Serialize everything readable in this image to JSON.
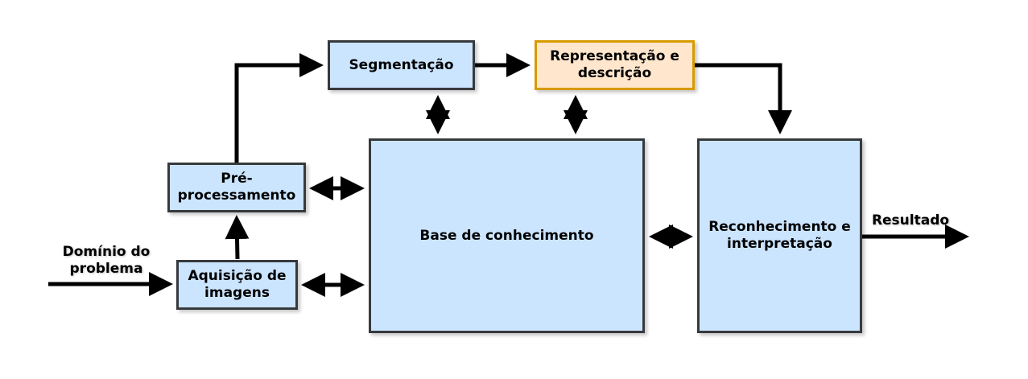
{
  "colors": {
    "box_fill": "#cce5ff",
    "box_border": "#36393d",
    "highlight_fill": "#ffe6cc",
    "highlight_border": "#d79b00",
    "arrow": "#000000"
  },
  "nodes": {
    "segmentacao": "Segmentação",
    "representacao": "Representação e descrição",
    "preprocessamento": "Pré-processamento",
    "base": "Base de conhecimento",
    "reconhecimento": "Reconhecimento e interpretação",
    "aquisicao": "Aquisição de imagens"
  },
  "edge_labels": {
    "input": "Domínio do problema",
    "output": "Resultado"
  }
}
